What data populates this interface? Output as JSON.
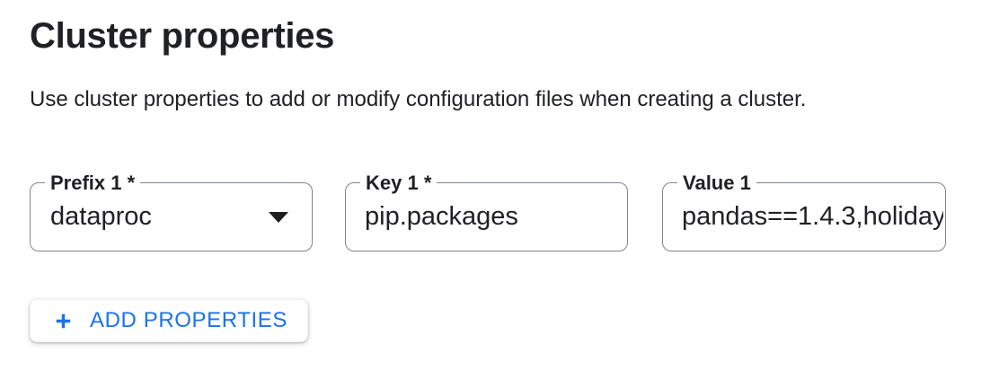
{
  "header": {
    "title": "Cluster properties",
    "description": "Use cluster properties to add or modify configuration files when creating a cluster."
  },
  "fields": [
    {
      "id": "prefix-1",
      "label": "Prefix 1 *",
      "value": "dataproc",
      "type": "select",
      "required": true
    },
    {
      "id": "key-1",
      "label": "Key 1 *",
      "value": "pip.packages",
      "type": "text",
      "required": true
    },
    {
      "id": "value-1",
      "label": "Value 1",
      "value": "pandas==1.4.3,holiday",
      "type": "text",
      "required": false
    }
  ],
  "actions": {
    "add_properties": "ADD PROPERTIES"
  },
  "icons": {
    "dropdown": "caret-down-icon",
    "add": "plus-icon"
  },
  "colors": {
    "accent_blue": "#1a73e8",
    "field_border": "#80868b",
    "text_primary": "#202124",
    "background": "#ffffff"
  }
}
